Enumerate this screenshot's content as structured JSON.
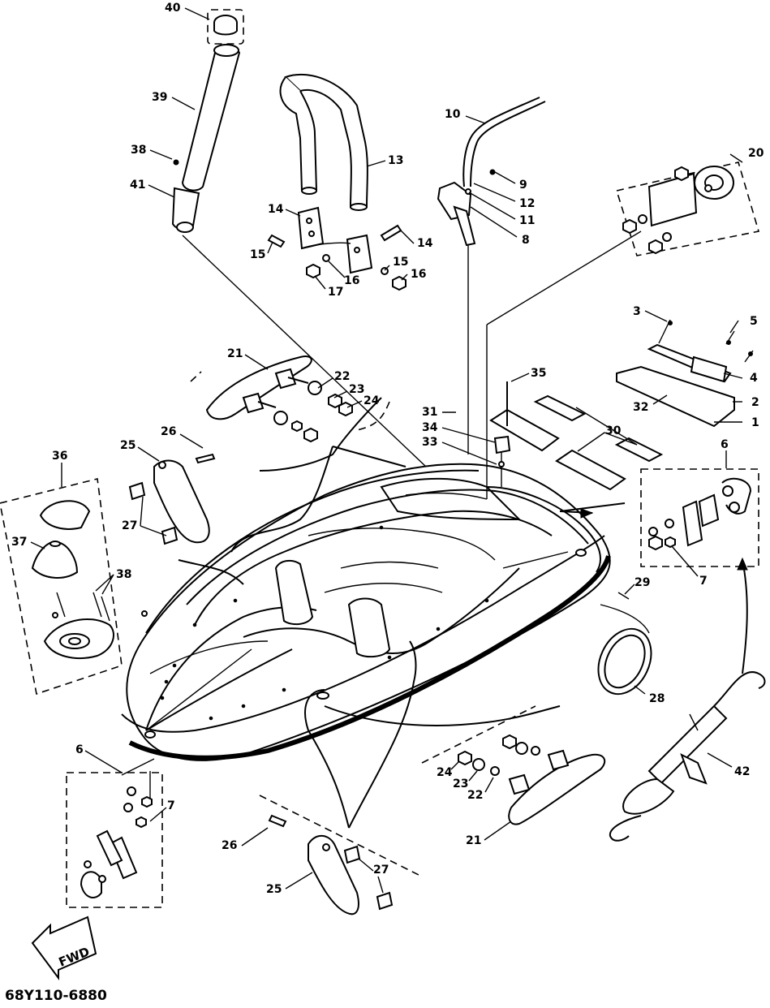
{
  "diagram": {
    "code": "68Y110-6880",
    "fwd_label": "FWD",
    "callouts": [
      {
        "id": "c40",
        "label": "40"
      },
      {
        "id": "c39",
        "label": "39"
      },
      {
        "id": "c38a",
        "label": "38"
      },
      {
        "id": "c41",
        "label": "41"
      },
      {
        "id": "c13",
        "label": "13"
      },
      {
        "id": "c14a",
        "label": "14"
      },
      {
        "id": "c15a",
        "label": "15"
      },
      {
        "id": "c16a",
        "label": "16"
      },
      {
        "id": "c17",
        "label": "17"
      },
      {
        "id": "c14b",
        "label": "14"
      },
      {
        "id": "c15b",
        "label": "15"
      },
      {
        "id": "c16b",
        "label": "16"
      },
      {
        "id": "c10",
        "label": "10"
      },
      {
        "id": "c9",
        "label": "9"
      },
      {
        "id": "c12",
        "label": "12"
      },
      {
        "id": "c11",
        "label": "11"
      },
      {
        "id": "c8",
        "label": "8"
      },
      {
        "id": "c20",
        "label": "20"
      },
      {
        "id": "c3",
        "label": "3"
      },
      {
        "id": "c5",
        "label": "5"
      },
      {
        "id": "c4",
        "label": "4"
      },
      {
        "id": "c2",
        "label": "2"
      },
      {
        "id": "c1",
        "label": "1"
      },
      {
        "id": "c32",
        "label": "32"
      },
      {
        "id": "c21a",
        "label": "21"
      },
      {
        "id": "c22a",
        "label": "22"
      },
      {
        "id": "c23a",
        "label": "23"
      },
      {
        "id": "c24a",
        "label": "24"
      },
      {
        "id": "c35",
        "label": "35"
      },
      {
        "id": "c31",
        "label": "31"
      },
      {
        "id": "c34",
        "label": "34"
      },
      {
        "id": "c33",
        "label": "33"
      },
      {
        "id": "c30",
        "label": "30"
      },
      {
        "id": "c6a",
        "label": "6"
      },
      {
        "id": "c7a",
        "label": "7"
      },
      {
        "id": "c26a",
        "label": "26"
      },
      {
        "id": "c25a",
        "label": "25"
      },
      {
        "id": "c27a",
        "label": "27"
      },
      {
        "id": "c36",
        "label": "36"
      },
      {
        "id": "c37",
        "label": "37"
      },
      {
        "id": "c38b",
        "label": "38"
      },
      {
        "id": "c29",
        "label": "29"
      },
      {
        "id": "c28",
        "label": "28"
      },
      {
        "id": "c42",
        "label": "42"
      },
      {
        "id": "c6b",
        "label": "6"
      },
      {
        "id": "c7b",
        "label": "7"
      },
      {
        "id": "c24b",
        "label": "24"
      },
      {
        "id": "c23b",
        "label": "23"
      },
      {
        "id": "c22b",
        "label": "22"
      },
      {
        "id": "c21b",
        "label": "21"
      },
      {
        "id": "c26b",
        "label": "26"
      },
      {
        "id": "c25b",
        "label": "25"
      },
      {
        "id": "c27b",
        "label": "27"
      }
    ]
  }
}
